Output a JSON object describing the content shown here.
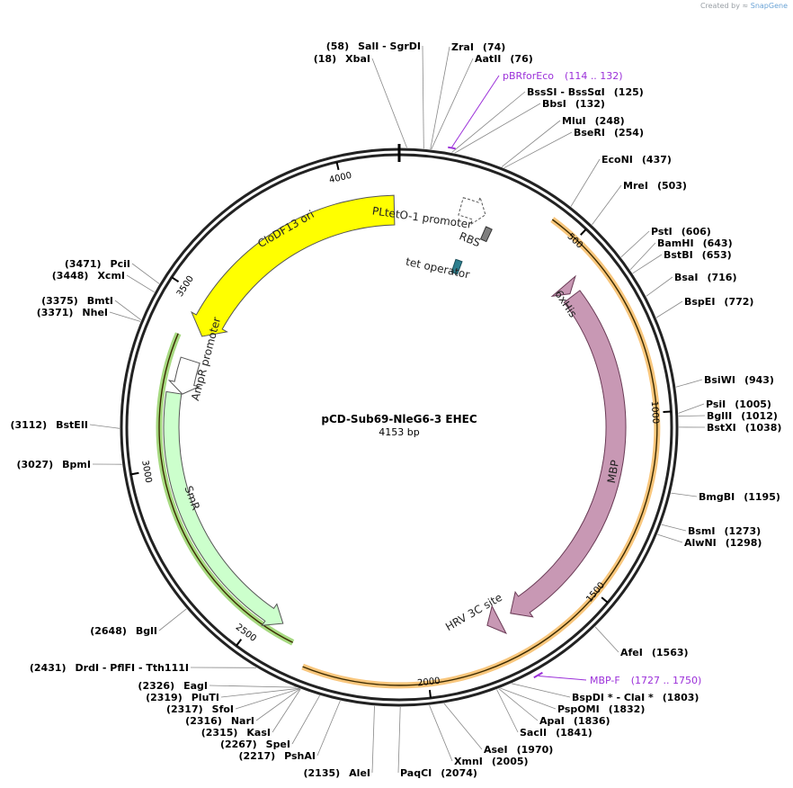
{
  "app": {
    "credit_prefix": "Created by",
    "brand": "SnapGene"
  },
  "plasmid": {
    "name": "pCD-Sub69-NleG6-3 EHEC",
    "size_label": "4153 bp",
    "length": 4153
  },
  "ticks": [
    {
      "bp": 500,
      "label": "500"
    },
    {
      "bp": 1000,
      "label": "1000"
    },
    {
      "bp": 1500,
      "label": "1500"
    },
    {
      "bp": 2000,
      "label": "2000"
    },
    {
      "bp": 2500,
      "label": "2500"
    },
    {
      "bp": 3000,
      "label": "3000"
    },
    {
      "bp": 3500,
      "label": "3500"
    },
    {
      "bp": 4000,
      "label": "4000"
    }
  ],
  "enzymes_right": [
    {
      "text": "ZraI",
      "pos": "(74)",
      "bp": 74
    },
    {
      "text": "AatII",
      "pos": "(76)",
      "bp": 76
    },
    {
      "text": "BssSI  - BssSαI",
      "pos": "(125)",
      "bp": 125
    },
    {
      "text": "BbsI",
      "pos": "(132)",
      "bp": 132
    },
    {
      "text": "MluI",
      "pos": "(248)",
      "bp": 248
    },
    {
      "text": "BseRI",
      "pos": "(254)",
      "bp": 254
    },
    {
      "text": "EcoNI",
      "pos": "(437)",
      "bp": 437
    },
    {
      "text": "MreI",
      "pos": "(503)",
      "bp": 503
    },
    {
      "text": "PstI",
      "pos": "(606)",
      "bp": 606
    },
    {
      "text": "BamHI",
      "pos": "(643)",
      "bp": 643
    },
    {
      "text": "BstBI",
      "pos": "(653)",
      "bp": 653
    },
    {
      "text": "BsaI",
      "pos": "(716)",
      "bp": 716
    },
    {
      "text": "BspEI",
      "pos": "(772)",
      "bp": 772
    },
    {
      "text": "BsiWI",
      "pos": "(943)",
      "bp": 943
    },
    {
      "text": "PsiI",
      "pos": "(1005)",
      "bp": 1005
    },
    {
      "text": "BglII",
      "pos": "(1012)",
      "bp": 1012
    },
    {
      "text": "BstXI",
      "pos": "(1038)",
      "bp": 1038
    },
    {
      "text": "BmgBI",
      "pos": "(1195)",
      "bp": 1195
    },
    {
      "text": "BsmI",
      "pos": "(1273)",
      "bp": 1273
    },
    {
      "text": "AlwNI",
      "pos": "(1298)",
      "bp": 1298
    },
    {
      "text": "AfeI",
      "pos": "(1563)",
      "bp": 1563
    },
    {
      "text": "BspDI *  - ClaI *",
      "pos": "(1803)",
      "bp": 1803
    },
    {
      "text": "PspOMI",
      "pos": "(1832)",
      "bp": 1832
    },
    {
      "text": "ApaI",
      "pos": "(1836)",
      "bp": 1836
    },
    {
      "text": "SacII",
      "pos": "(1841)",
      "bp": 1841
    },
    {
      "text": "AseI",
      "pos": "(1970)",
      "bp": 1970
    },
    {
      "text": "XmnI",
      "pos": "(2005)",
      "bp": 2005
    },
    {
      "text": "PaqCI",
      "pos": "(2074)",
      "bp": 2074
    }
  ],
  "enzymes_left": [
    {
      "text": "SalI  - SgrDI",
      "pos": "(58)",
      "bp": 58
    },
    {
      "text": "XbaI",
      "pos": "(18)",
      "bp": 18
    },
    {
      "text": "PciI",
      "pos": "(3471)",
      "bp": 3471
    },
    {
      "text": "XcmI",
      "pos": "(3448)",
      "bp": 3448
    },
    {
      "text": "BmtI",
      "pos": "(3375)",
      "bp": 3375
    },
    {
      "text": "NheI",
      "pos": "(3371)",
      "bp": 3371
    },
    {
      "text": "BstEII",
      "pos": "(3112)",
      "bp": 3112
    },
    {
      "text": "BpmI",
      "pos": "(3027)",
      "bp": 3027
    },
    {
      "text": "BglI",
      "pos": "(2648)",
      "bp": 2648
    },
    {
      "text": "DrdI  - PflFI  - Tth111I",
      "pos": "(2431)",
      "bp": 2431
    },
    {
      "text": "EagI",
      "pos": "(2326)",
      "bp": 2326
    },
    {
      "text": "PluTI",
      "pos": "(2319)",
      "bp": 2319
    },
    {
      "text": "SfoI",
      "pos": "(2317)",
      "bp": 2317
    },
    {
      "text": "NarI",
      "pos": "(2316)",
      "bp": 2316
    },
    {
      "text": "KasI",
      "pos": "(2315)",
      "bp": 2315
    },
    {
      "text": "SpeI",
      "pos": "(2267)",
      "bp": 2267
    },
    {
      "text": "PshAI",
      "pos": "(2217)",
      "bp": 2217
    },
    {
      "text": "AleI",
      "pos": "(2135)",
      "bp": 2135
    }
  ],
  "primers": [
    {
      "name": "pBRforEco",
      "range": "(114 .. 132)",
      "start": 114,
      "end": 132,
      "color": "#9b30d9"
    },
    {
      "name": "MBP-F",
      "range": "(1727 .. 1750)",
      "start": 1727,
      "end": 1750,
      "color": "#9b30d9"
    }
  ],
  "features": [
    {
      "label": "PLtetO-1 promoter",
      "start": 180,
      "end": 255,
      "kind": "promoter",
      "color": "#ffffff"
    },
    {
      "label": "RBS",
      "start": 270,
      "end": 290,
      "kind": "rbs",
      "color": "#7f7f7f"
    },
    {
      "label": "tet operator",
      "start": 215,
      "end": 240,
      "kind": "box",
      "color": "#2d7f8f"
    },
    {
      "label": "6xHis",
      "start": 570,
      "end": 600,
      "kind": "arrow",
      "color": "#c898b4"
    },
    {
      "label": "MBP",
      "start": 610,
      "end": 1720,
      "kind": "arrow",
      "color": "#c898b4"
    },
    {
      "label": "HRV 3C site",
      "start": 1760,
      "end": 1800,
      "kind": "arrow",
      "color": "#c898b4"
    },
    {
      "label": "CloDF13 ori",
      "start": 3400,
      "end": 4138,
      "kind": "reverse-arrow",
      "color": "#ffff00"
    },
    {
      "label": "AmpR promoter",
      "start": 3215,
      "end": 3320,
      "kind": "reverse-promoter",
      "color": "#ffffff"
    },
    {
      "label": "SmR",
      "start": 2430,
      "end": 3215,
      "kind": "reverse-arrow",
      "color": "#ccffcc"
    }
  ],
  "orf_arcs": [
    {
      "start": 420,
      "end": 2330,
      "color": "#f5b350"
    },
    {
      "start": 2380,
      "end": 3380,
      "color": "#88cc55"
    }
  ],
  "colors": {
    "backbone": "#222222",
    "leader": "#888888",
    "primer": "#9b30d9"
  }
}
